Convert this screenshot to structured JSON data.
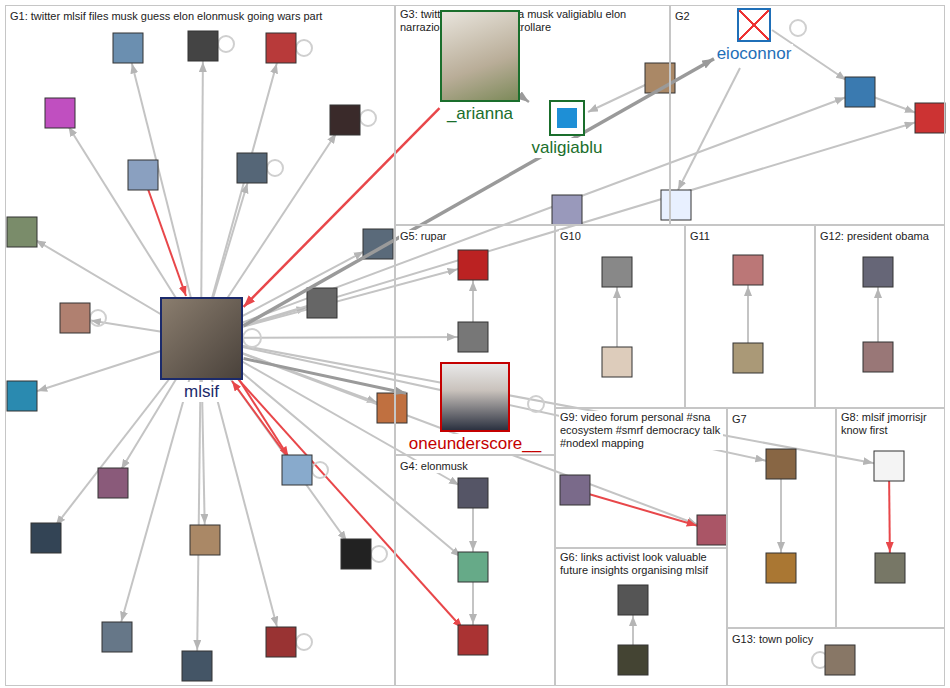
{
  "diagram": {
    "nodes": [
      {
        "text": [
          "G1: twitter mlsif files musk guess elon elonmusk going wars part"
        ]
      },
      {
        "text": [
          "mlsif"
        ],
        "in": 0
      },
      {
        "text": [
          "G3: twitter files mlsif sulla musk valigiablu elon narrazione battaglia controllare"
        ]
      },
      {
        "text": [
          "_arianna"
        ],
        "in": 2
      },
      {
        "text": [
          "valigiablu"
        ],
        "in": 2
      },
      {
        "text": [
          "G2"
        ]
      },
      {
        "text": [
          "eioconnor"
        ],
        "in": 5
      },
      {
        "text": [
          "G5: rupar"
        ]
      },
      {
        "text": [
          "oneunderscore__"
        ],
        "in": 7
      },
      {
        "text": [
          "G10"
        ]
      },
      {
        "text": [
          "G11"
        ]
      },
      {
        "text": [
          "G12: president obama"
        ]
      },
      {
        "text": [
          "G4: elonmusk"
        ]
      },
      {
        "text": [
          "G9: video forum personal #sna ecosystem #smrf democracy talk #nodexl mapping"
        ]
      },
      {
        "text": [
          "G7"
        ]
      },
      {
        "text": [
          "G8: mlsif jmorrisjr know first"
        ]
      },
      {
        "text": [
          "G6: links activist look valuable future insights organising mlsif"
        ]
      },
      {
        "text": [
          "G13: town policy"
        ]
      }
    ],
    "edges": [
      {
        "from": 3,
        "to": 1,
        "arrow": "to"
      },
      {
        "from": 1,
        "to": 6,
        "arrow": "to"
      },
      {
        "from": 1,
        "to": 8,
        "arrow": "to"
      },
      {
        "from": 3,
        "to": 4,
        "arrow": "to"
      }
    ]
  }
}
